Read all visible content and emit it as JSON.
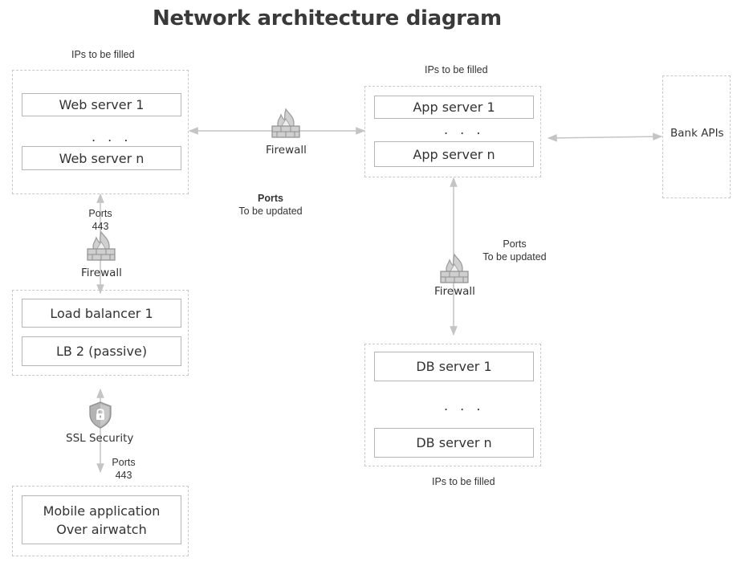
{
  "title": "Network architecture diagram",
  "web_group": {
    "ip_note": "IPs to be filled",
    "servers": [
      "Web server 1",
      "Web server n"
    ],
    "ellipsis": ". . ."
  },
  "app_group": {
    "ip_note": "IPs to be filled",
    "servers": [
      "App server 1",
      "App server n"
    ],
    "ellipsis": ". . ."
  },
  "db_group": {
    "ip_note": "IPs to be filled",
    "servers": [
      "DB server 1",
      "DB server n"
    ],
    "ellipsis": ". . ."
  },
  "lb_group": {
    "nodes": [
      "Load balancer 1",
      "LB 2 (passive)"
    ]
  },
  "mobile_group": {
    "node": "Mobile application\nOver airwatch"
  },
  "external": {
    "bank_apis": "Bank APIs"
  },
  "firewalls": {
    "web_app": "Firewall",
    "web_lb": "Firewall",
    "app_db": "Firewall"
  },
  "ssl": {
    "label": "SSL Security"
  },
  "port_notes": {
    "web_app_title": "Ports",
    "web_app_value": "To be updated",
    "web_lb_title": "Ports",
    "web_lb_value": "443",
    "app_db_title": "Ports",
    "app_db_value": "To be updated",
    "mobile_title": "Ports",
    "mobile_value": "443"
  },
  "icons": {
    "firewall": "firewall-icon",
    "ssl": "shield-lock-icon"
  },
  "colors": {
    "connector": "#c4c4c4",
    "flame_fill": "#bdbdbd",
    "brick": "#9e9e9e",
    "shield": "#a9a9a9"
  }
}
